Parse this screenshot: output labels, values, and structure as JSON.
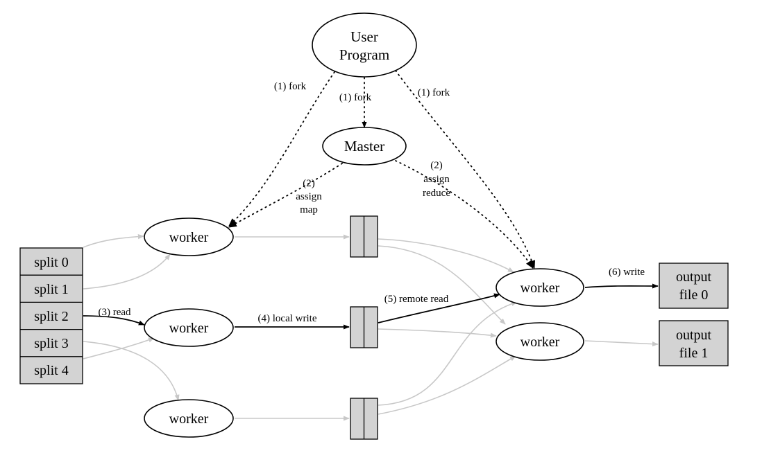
{
  "nodes": {
    "user_program": [
      "User",
      "Program"
    ],
    "master": "Master",
    "map_workers": [
      "worker",
      "worker",
      "worker"
    ],
    "reduce_workers": [
      "worker",
      "worker"
    ],
    "splits": [
      "split 0",
      "split 1",
      "split 2",
      "split 3",
      "split 4"
    ],
    "outputs": [
      [
        "output",
        "file 0"
      ],
      [
        "output",
        "file 1"
      ]
    ]
  },
  "edge_labels": {
    "fork_left": "(1) fork",
    "fork_center": "(1) fork",
    "fork_right": "(1) fork",
    "assign_map": [
      "(2)",
      "assign",
      "map"
    ],
    "assign_reduce": [
      "(2)",
      "assign",
      "reduce"
    ],
    "read": "(3) read",
    "local_write": "(4) local write",
    "remote_read": "(5) remote read",
    "write": "(6) write"
  },
  "colors": {
    "node_fill": "#ffffff",
    "box_fill": "#d3d3d3",
    "highlight_edge": "#000000",
    "secondary_edge": "#c8c8c8"
  }
}
